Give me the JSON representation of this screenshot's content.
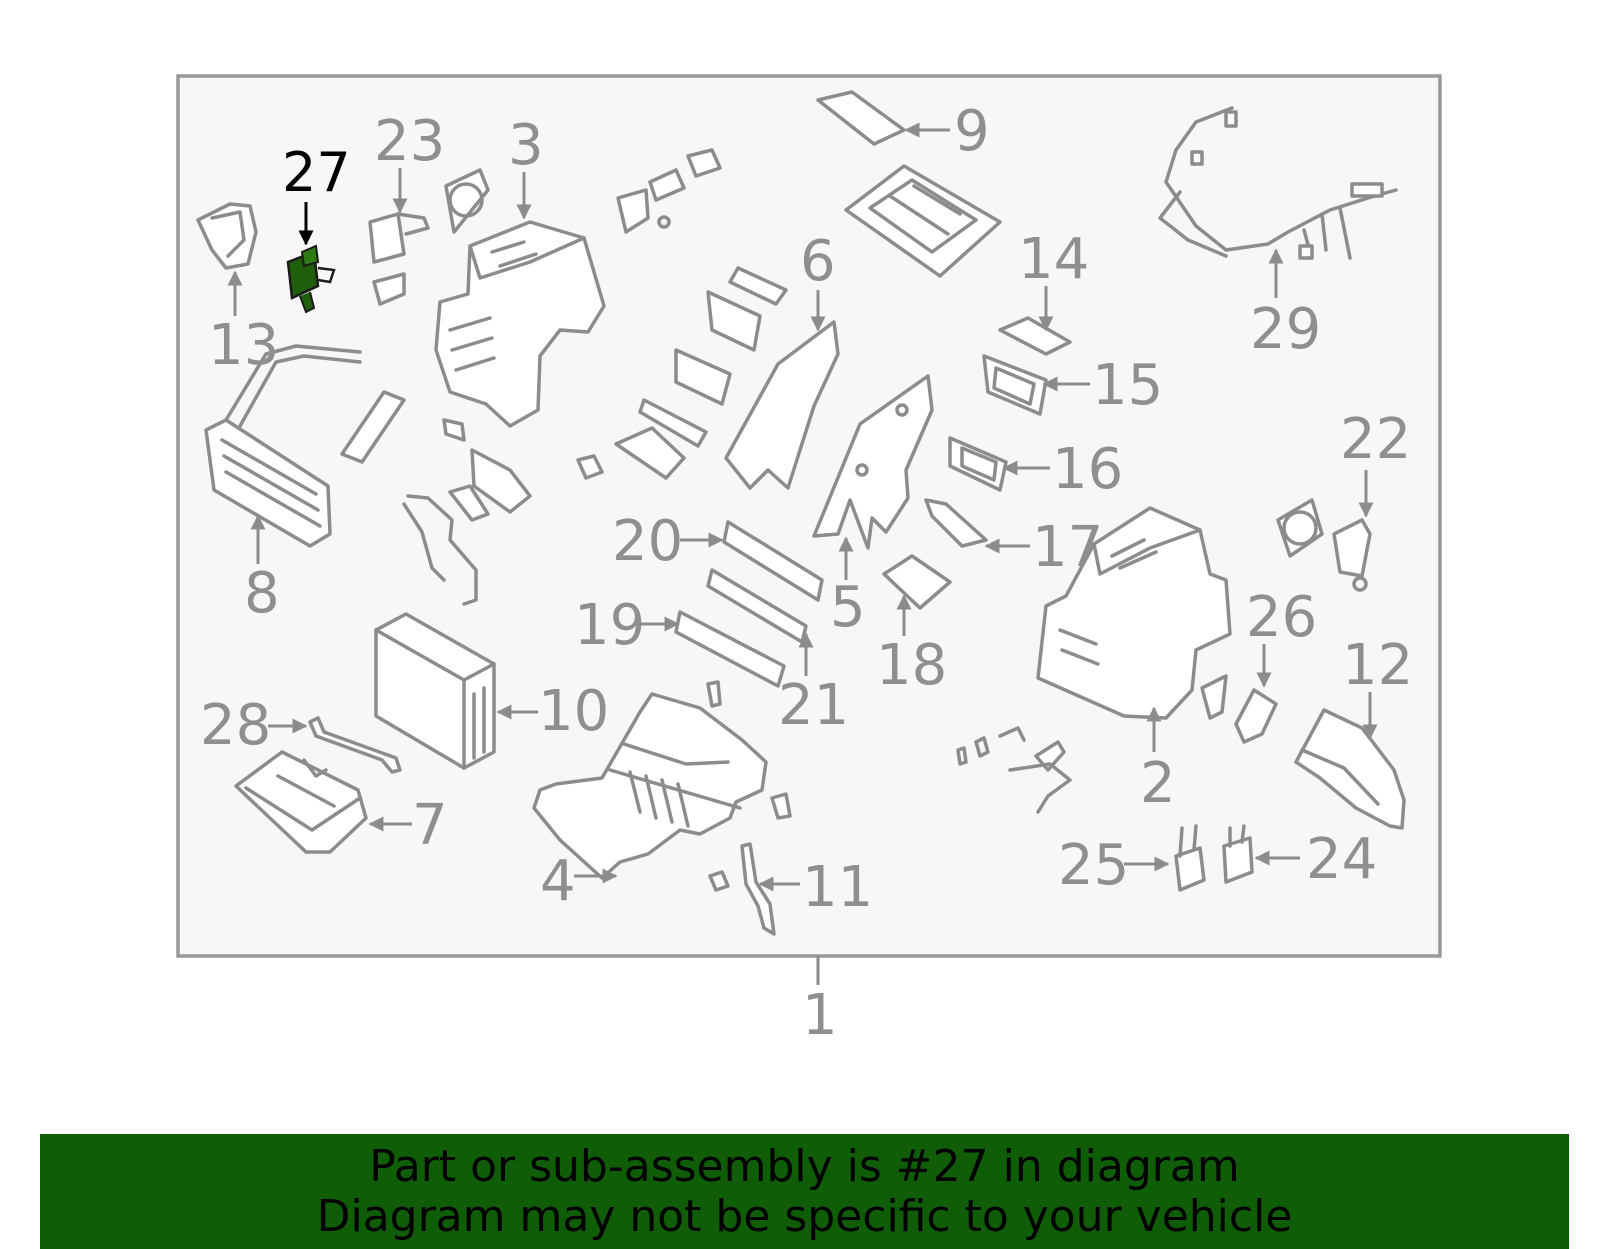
{
  "diagram": {
    "callouts": [
      {
        "id": "c27",
        "label": "27",
        "highlight": true
      },
      {
        "id": "c23",
        "label": "23"
      },
      {
        "id": "c3",
        "label": "3"
      },
      {
        "id": "c9",
        "label": "9"
      },
      {
        "id": "c6",
        "label": "6"
      },
      {
        "id": "c14",
        "label": "14"
      },
      {
        "id": "c29",
        "label": "29"
      },
      {
        "id": "c13",
        "label": "13"
      },
      {
        "id": "c15",
        "label": "15"
      },
      {
        "id": "c16",
        "label": "16"
      },
      {
        "id": "c22",
        "label": "22"
      },
      {
        "id": "c8",
        "label": "8"
      },
      {
        "id": "c20",
        "label": "20"
      },
      {
        "id": "c17",
        "label": "17"
      },
      {
        "id": "c5",
        "label": "5"
      },
      {
        "id": "c19",
        "label": "19"
      },
      {
        "id": "c26",
        "label": "26"
      },
      {
        "id": "c18",
        "label": "18"
      },
      {
        "id": "c12",
        "label": "12"
      },
      {
        "id": "c10",
        "label": "10"
      },
      {
        "id": "c21",
        "label": "21"
      },
      {
        "id": "c28",
        "label": "28"
      },
      {
        "id": "c2",
        "label": "2"
      },
      {
        "id": "c7",
        "label": "7"
      },
      {
        "id": "c25",
        "label": "25"
      },
      {
        "id": "c24",
        "label": "24"
      },
      {
        "id": "c4",
        "label": "4"
      },
      {
        "id": "c11",
        "label": "11"
      },
      {
        "id": "c1",
        "label": "1"
      }
    ],
    "highlight_color": "#1f5e0b",
    "line_color": "#8c8c8c",
    "panel_background": "#f7f7f7"
  },
  "banner": {
    "line1": "Part or sub-assembly is #27 in diagram",
    "line2": "Diagram may not be specific to your vehicle",
    "background": "#0f5e07"
  }
}
